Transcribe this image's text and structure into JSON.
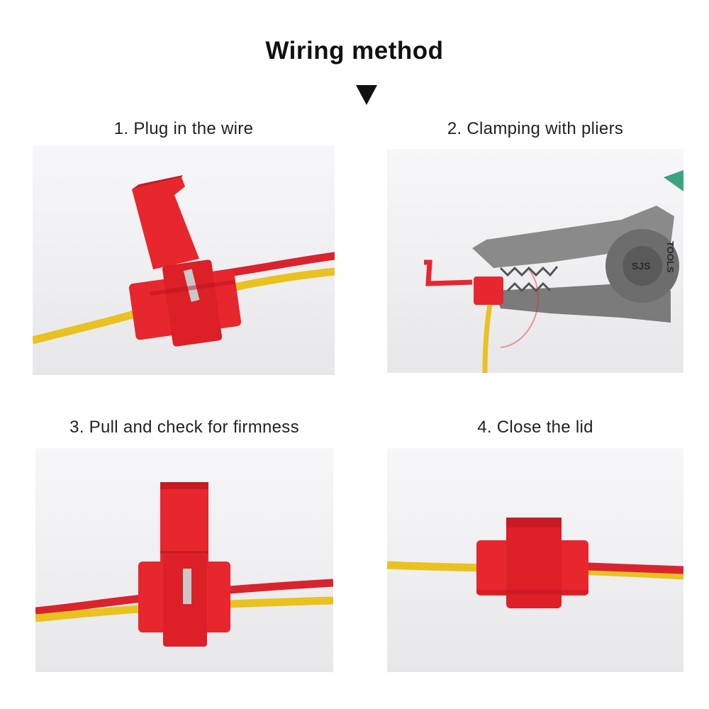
{
  "title": "Wiring method",
  "steps": [
    {
      "label": "1. Plug in the wire"
    },
    {
      "label": "2. Clamping with pliers"
    },
    {
      "label": "3. Pull and check for firmness"
    },
    {
      "label": "4. Close the lid"
    }
  ],
  "pliers_text": {
    "brand": "TOOLS",
    "logo": "SJS"
  },
  "colors": {
    "connector": "#e8262d",
    "connector_dark": "#b8141c",
    "wire_red": "#d9242e",
    "wire_yellow": "#e9c21f",
    "pliers_jaw": "#8a8a8a",
    "pliers_handle": "#3aa37f",
    "text": "#222222"
  },
  "icons": {
    "arrow": "down-arrow-icon"
  }
}
